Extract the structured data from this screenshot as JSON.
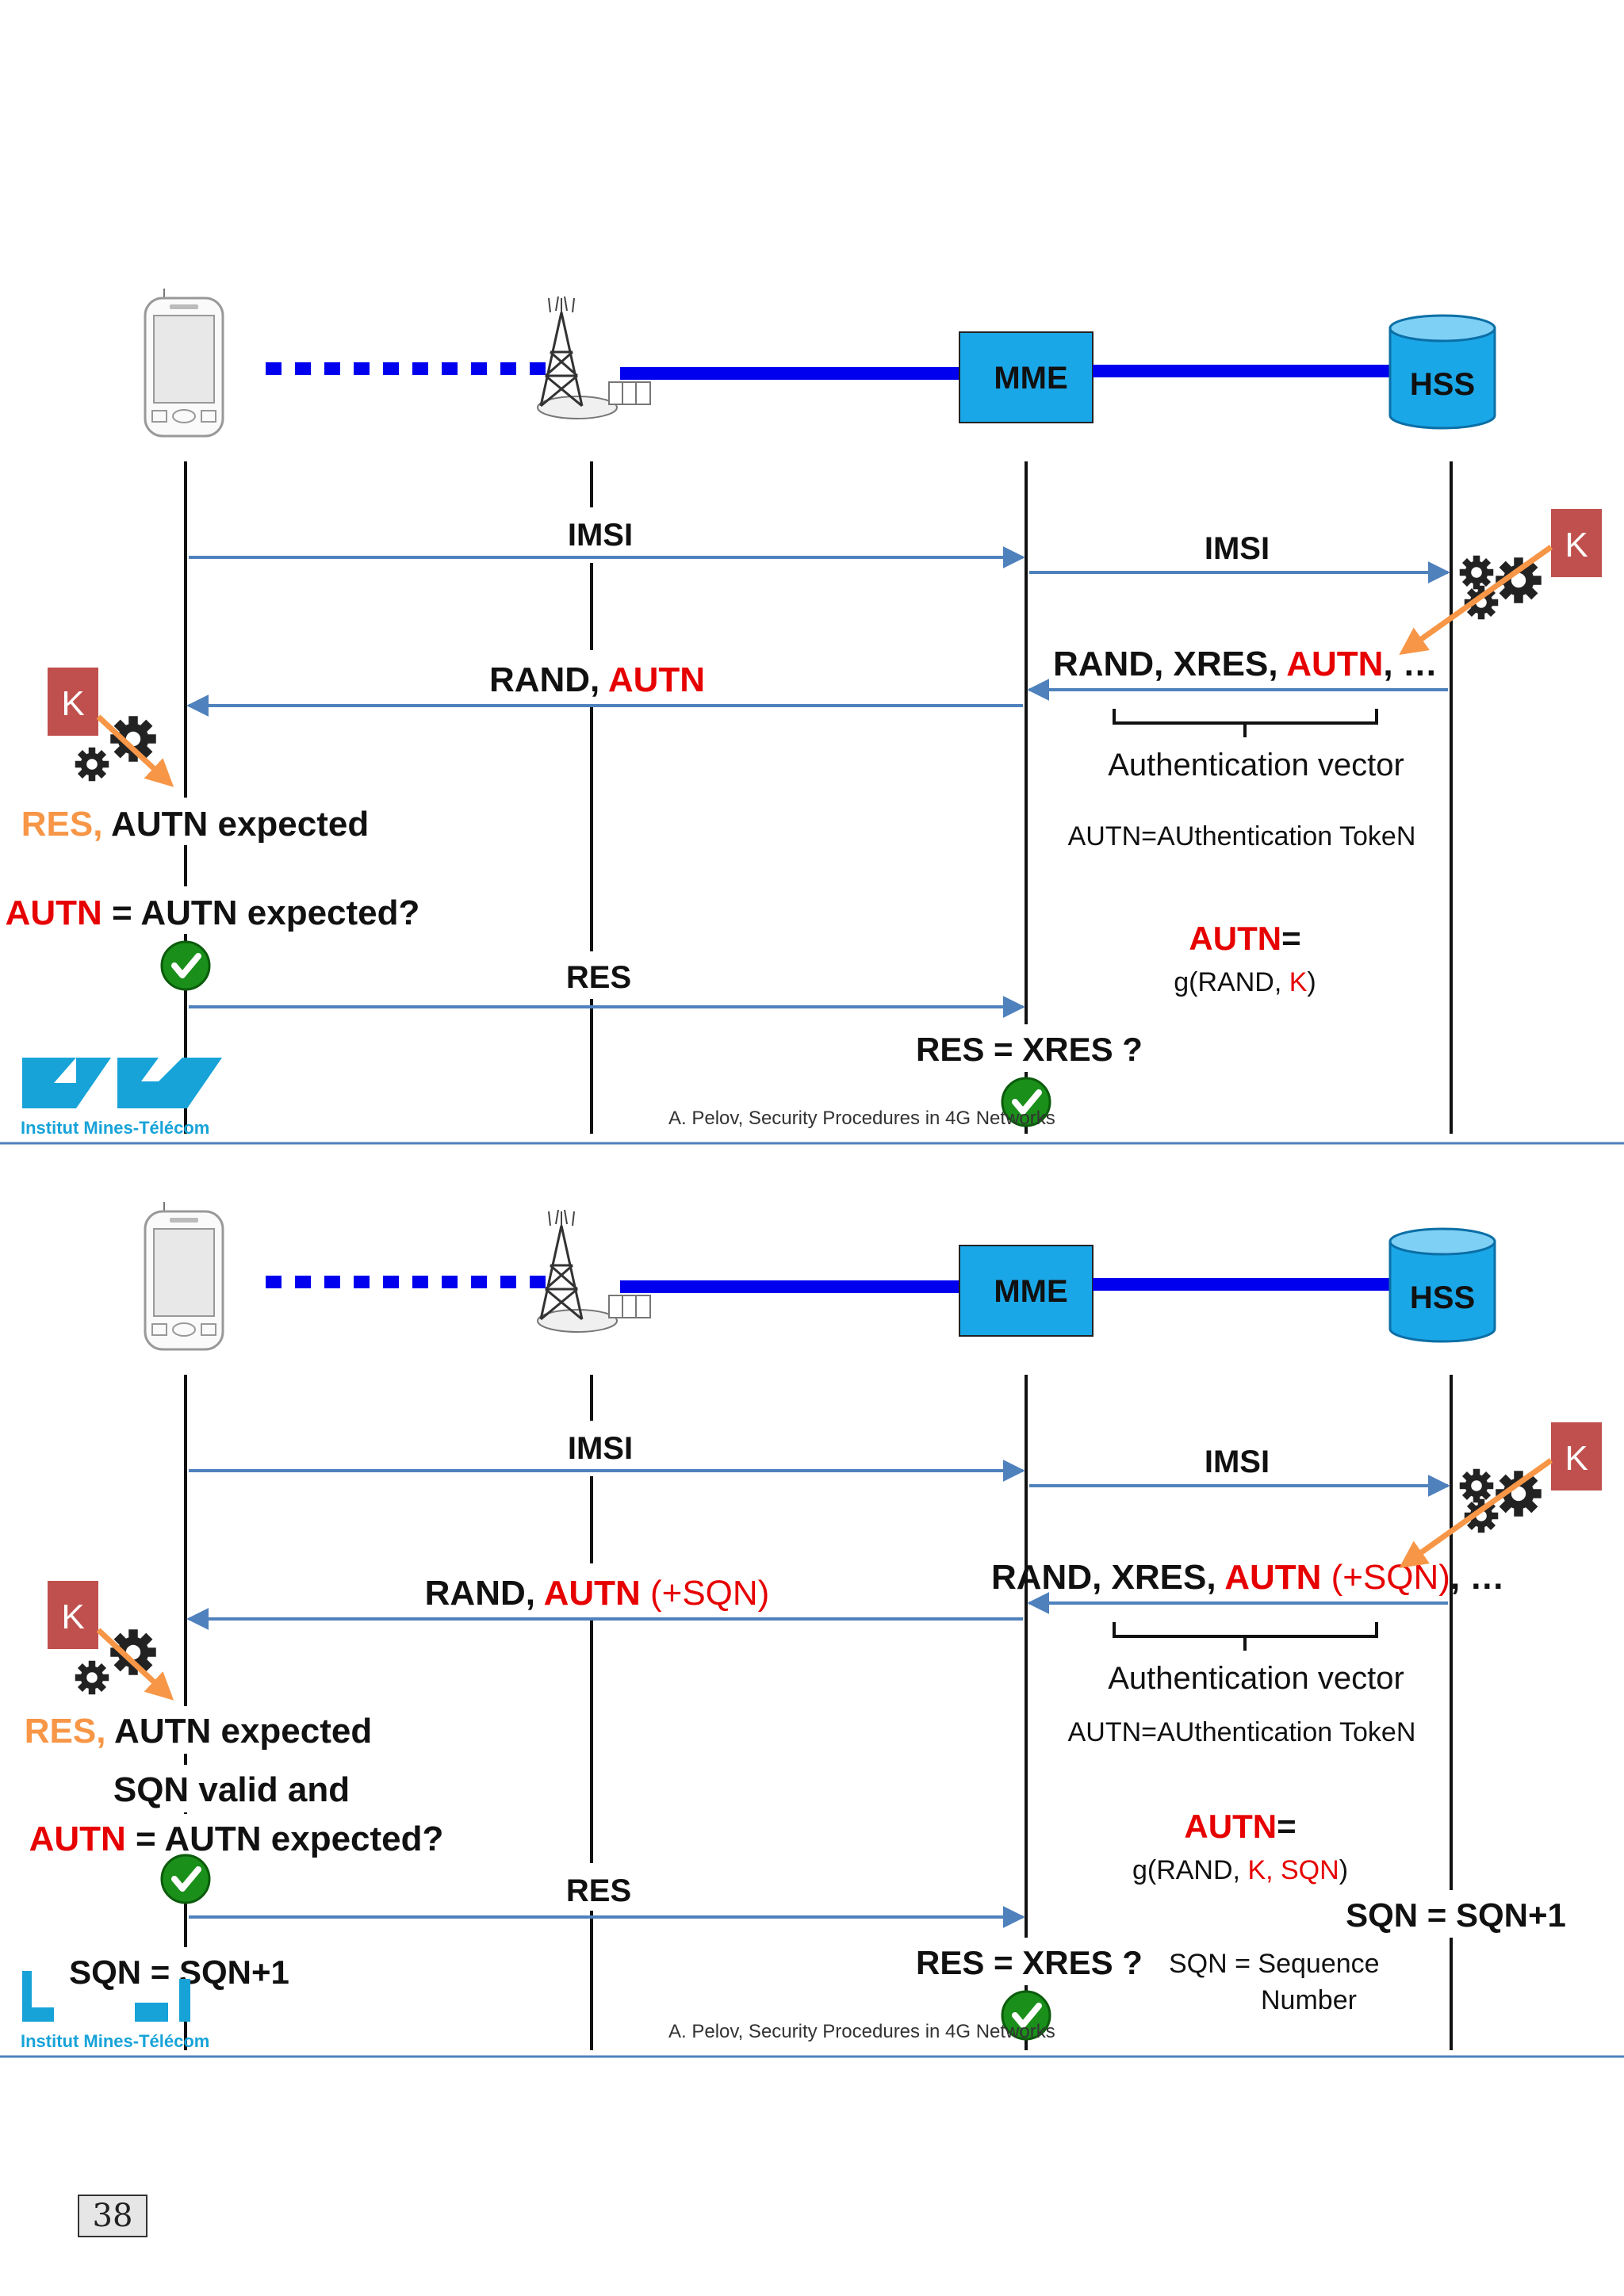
{
  "colors": {
    "blue_link": "#0000ee",
    "arrow": "#4f81bd",
    "red": "#e60000",
    "orange": "#f79646",
    "mme_fill": "#1aa7e8",
    "key_box": "#c0504d",
    "check": "#1a8f1a",
    "divider": "#4f81bd",
    "logo": "#17a3d8"
  },
  "icons": [
    "phone-icon",
    "antenna-tower-icon",
    "database-icon",
    "gears-icon",
    "key-box-icon",
    "check-icon",
    "institut-logo"
  ],
  "slides": [
    {
      "mme_label": "MME",
      "hss_label": "HSS",
      "key_label": "K",
      "msg_imsi_1": "IMSI",
      "msg_imsi_2": "IMSI",
      "msg_rand_part1": "RAND, ",
      "msg_rand_part2": "AUTN",
      "msg_rand_part3": "",
      "vector_part1": "RAND, XRES, ",
      "vector_part2": "AUTN",
      "vector_part3": ", …",
      "vector_caption": "Authentication vector",
      "autn_def": "AUTN=AUthentication TokeN",
      "autn_formula_head": "AUTN",
      "autn_formula_eq": "=",
      "autn_formula_g1": "g(RAND, ",
      "autn_formula_g2": "K",
      "autn_formula_g3": ")",
      "res_expected_1": "RES, ",
      "res_expected_2": "AUTN expected",
      "sqn_valid": "",
      "autn_check_1": "AUTN",
      "autn_check_2": " = AUTN expected?",
      "msg_res": "RES",
      "res_eq_xres": "RES = XRES ?",
      "footer": "A. Pelov, Security Procedures in 4G Networks",
      "logo_text": "Institut Mines-Télécom"
    },
    {
      "mme_label": "MME",
      "hss_label": "HSS",
      "key_label": "K",
      "msg_imsi_1": "IMSI",
      "msg_imsi_2": "IMSI",
      "msg_rand_part1": "RAND, ",
      "msg_rand_part2": "AUTN",
      "msg_rand_part3": " (+SQN)",
      "vector_part1": "RAND, XRES, ",
      "vector_part2": "AUTN",
      "vector_part3": " (+SQN)",
      "vector_part4": ", …",
      "vector_caption": "Authentication vector",
      "autn_def": "AUTN=AUthentication TokeN",
      "autn_formula_head": "AUTN",
      "autn_formula_eq": "=",
      "autn_formula_g1": "g(RAND, ",
      "autn_formula_g2": "K, SQN",
      "autn_formula_g3": ")",
      "res_expected_1": "RES, ",
      "res_expected_2": "AUTN expected",
      "sqn_valid": "SQN valid and",
      "autn_check_1": "AUTN",
      "autn_check_2": " = AUTN expected?",
      "msg_res": "RES",
      "res_eq_xres": "RES = XRES ?",
      "sqn_hss": "SQN = SQN+1",
      "sqn_ue": "SQN = SQN+1",
      "sqn_def_1": "SQN  = Sequence",
      "sqn_def_2": "Number",
      "footer": "A. Pelov, Security Procedures in 4G Networks",
      "logo_text": "Institut Mines-Télécom"
    }
  ],
  "page_number": "38"
}
